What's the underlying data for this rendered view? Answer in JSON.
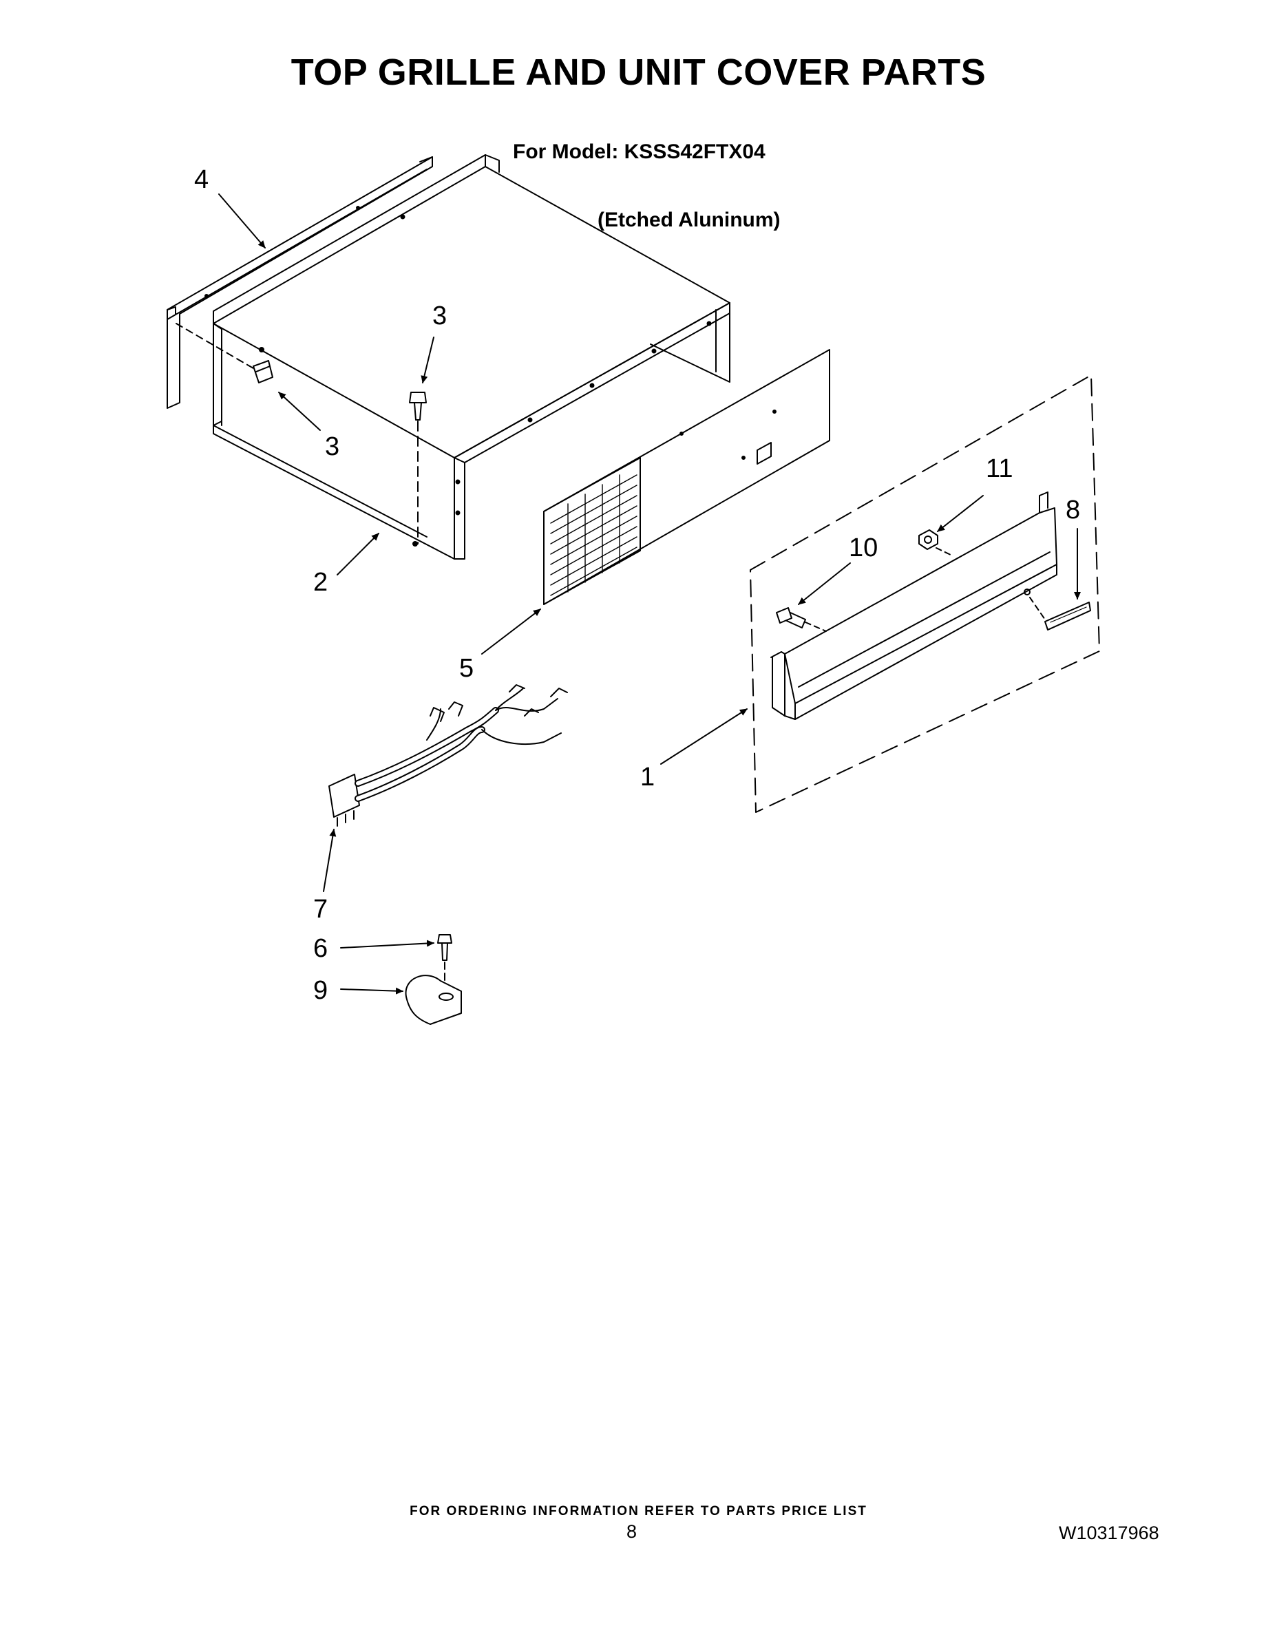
{
  "header": {
    "title": "TOP GRILLE AND UNIT COVER PARTS",
    "model_line": "For Model: KSSS42FTX04",
    "finish_line": "(Etched Aluninum)"
  },
  "callouts": [
    {
      "id": "c4",
      "label": "4"
    },
    {
      "id": "c3a",
      "label": "3"
    },
    {
      "id": "c3b",
      "label": "3"
    },
    {
      "id": "c2",
      "label": "2"
    },
    {
      "id": "c5",
      "label": "5"
    },
    {
      "id": "c11",
      "label": "11"
    },
    {
      "id": "c8",
      "label": "8"
    },
    {
      "id": "c10",
      "label": "10"
    },
    {
      "id": "c1",
      "label": "1"
    },
    {
      "id": "c7",
      "label": "7"
    },
    {
      "id": "c6",
      "label": "6"
    },
    {
      "id": "c9",
      "label": "9"
    }
  ],
  "footer": {
    "ordering_note": "FOR ORDERING INFORMATION REFER TO PARTS PRICE LIST",
    "page_number": "8",
    "document_number": "W10317968"
  }
}
